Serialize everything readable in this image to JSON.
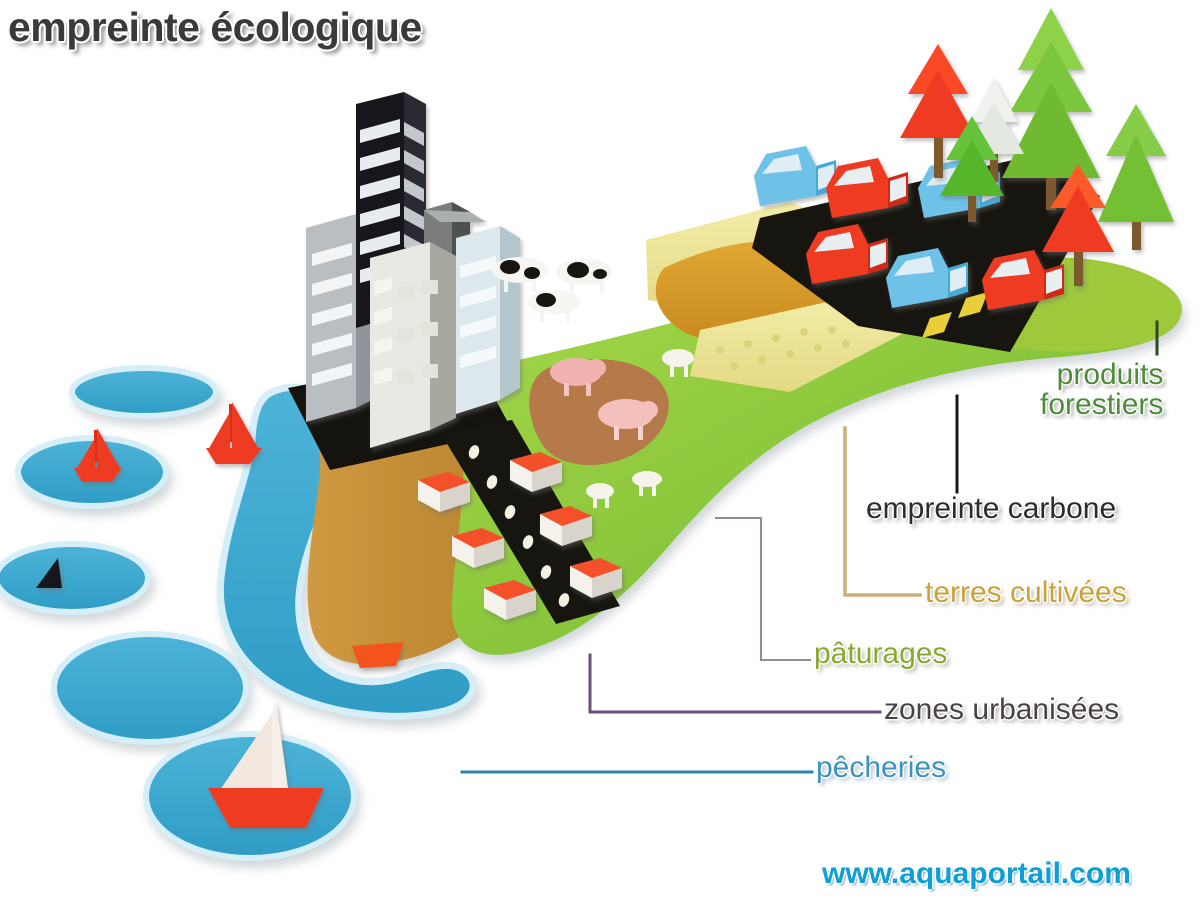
{
  "title": "empreinte écologique",
  "watermark": "www.aquaportail.com",
  "labels": {
    "forest_line1": "produits",
    "forest_line2": "forestiers",
    "carbon": "empreinte carbone",
    "cropland": "terres cultivées",
    "pasture": "pâturages",
    "urban": "zones urbanisées",
    "fisheries": "pêcheries"
  },
  "colors": {
    "title": "#3c3a38",
    "forest": "#4e8b3c",
    "carbon": "#2e2c2a",
    "cropland": "#c9a23c",
    "pasture": "#8aa832",
    "urban": "#4a4248",
    "fisheries": "#3d93bb",
    "watermark": "#0f9fd8",
    "water": "#3fa9d0",
    "grass": "#8cc63f",
    "sand": "#c8923c",
    "road": "#1c1a17",
    "house_roof": "#f4512c",
    "tree_green": "#7ec242",
    "tree_red": "#ef3b22",
    "car_blue": "#6ec2e8",
    "car_red": "#ef3b22",
    "crop_pale": "#eee89a",
    "crop_gold": "#d99a2b"
  },
  "scene": {
    "description": "Modèle 3D en pâte à modeler d'une empreinte de pied montrant les composantes de l'empreinte écologique",
    "elements": [
      "gratte-ciels",
      "maisons à toit rouge",
      "route avec voitures",
      "vaches",
      "cochons",
      "moutons",
      "champs cultivés",
      "forêt de conifères",
      "plans d'eau avec voiliers"
    ]
  },
  "leader_lines": [
    {
      "name": "forest",
      "color": "#2d4a22"
    },
    {
      "name": "carbon",
      "color": "#181818"
    },
    {
      "name": "cropland",
      "color": "#c8b27a"
    },
    {
      "name": "pasture",
      "color": "#9a8894"
    },
    {
      "name": "urban",
      "color": "#6b4e7a"
    },
    {
      "name": "fisheries",
      "color": "#2f86ad"
    }
  ]
}
